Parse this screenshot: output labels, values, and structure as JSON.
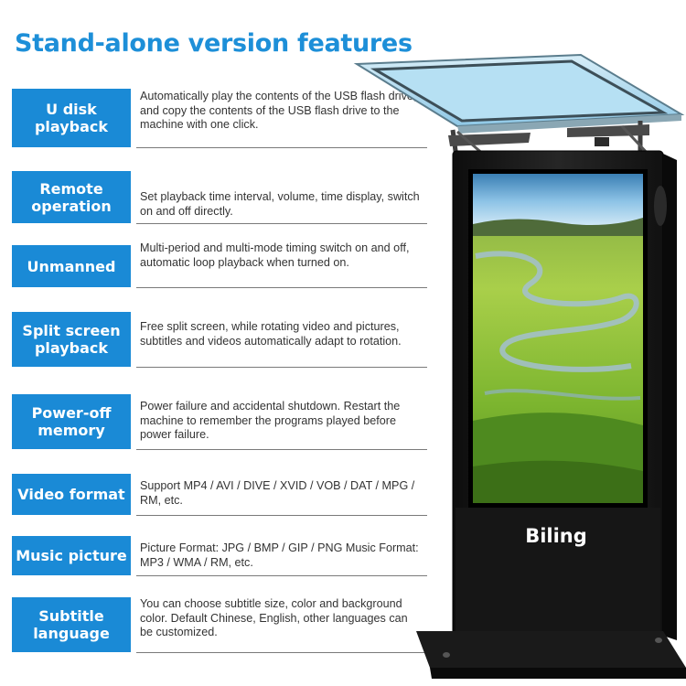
{
  "title": "Stand-alone version features",
  "brand": "Biling",
  "colors": {
    "accent": "#1a8ad6",
    "title": "#1d8fd8",
    "kiosk_body": "#1a1a1a"
  },
  "features": [
    {
      "label": "U disk playback",
      "description": "Automatically play the contents of the USB flash drive, and copy the contents of the USB flash drive to the machine with one click."
    },
    {
      "label": "Remote operation",
      "description": "Set playback time interval, volume, time display, switch on and off directly."
    },
    {
      "label": "Unmanned",
      "description": "Multi-period and multi-mode timing switch on and off, automatic loop playback when turned on."
    },
    {
      "label": "Split screen playback",
      "description": "Free split screen, while rotating video and pictures, subtitles and videos automatically adapt to rotation."
    },
    {
      "label": "Power-off memory",
      "description": "Power failure and accidental shutdown. Restart the machine to remember the programs played before power failure."
    },
    {
      "label": "Video format",
      "description": "Support MP4 / AVI / DIVE / XVID / VOB / DAT / MPG / RM, etc."
    },
    {
      "label": "Music picture",
      "description": "Picture Format: JPG / BMP / GIP / PNG Music Format: MP3 / WMA / RM, etc."
    },
    {
      "label": "Subtitle language",
      "description": "You can choose subtitle size, color and background color. Default Chinese, English, other languages can be customized."
    }
  ]
}
